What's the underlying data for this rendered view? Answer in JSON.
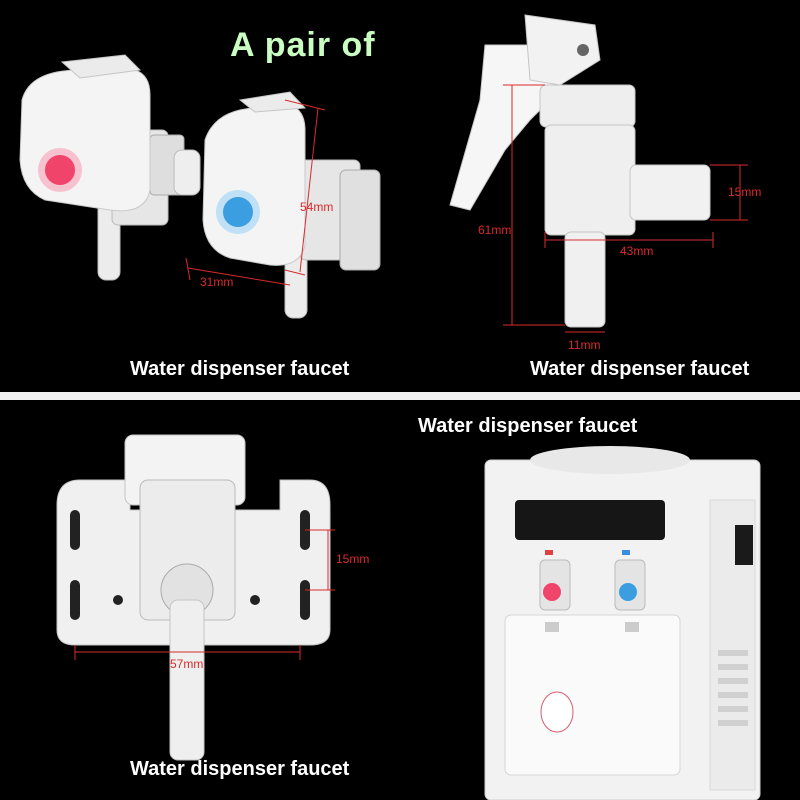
{
  "headline": "A pair of",
  "captions": {
    "top_left": "Water dispenser faucet",
    "top_right": "Water dispenser faucet",
    "bottom_right_title": "Water dispenser faucet",
    "bottom_left": "Water dispenser faucet"
  },
  "dimensions": {
    "height_54": "54mm",
    "width_31": "31mm",
    "height_61": "61mm",
    "width_43": "43mm",
    "outlet_15": "15mm",
    "nozzle_11": "11mm",
    "mount_15": "15mm",
    "mount_57": "57mm"
  },
  "colors": {
    "hot_button": "#f0446a",
    "cold_button": "#3a9ee0",
    "dimension_line": "#d92b2b",
    "headline": "#c9ffc2"
  }
}
